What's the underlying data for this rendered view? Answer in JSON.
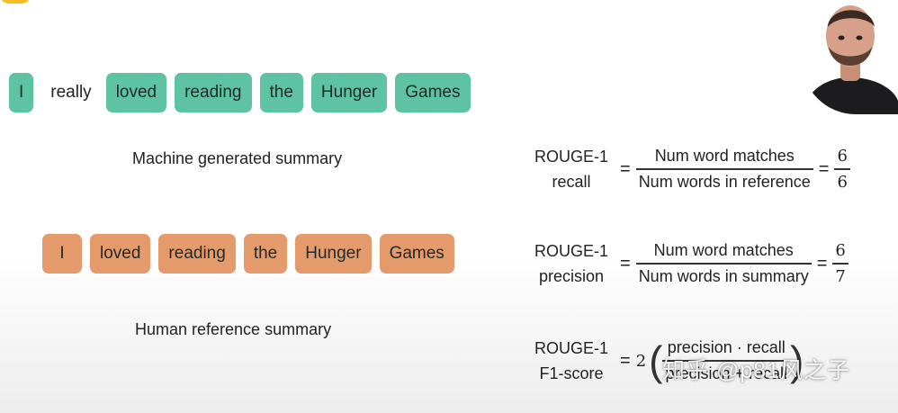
{
  "machine": {
    "tokens": [
      "I",
      "really",
      "loved",
      "reading",
      "the",
      "Hunger",
      "Games"
    ],
    "caption": "Machine generated summary"
  },
  "human": {
    "tokens": [
      "I",
      "loved",
      "reading",
      "the",
      "Hunger",
      "Games"
    ],
    "caption": "Human reference summary"
  },
  "formulas": {
    "recall": {
      "label_top": "ROUGE-1",
      "label_bottom": "recall",
      "numerator": "Num word matches",
      "denominator": "Num words in reference",
      "result_num": "6",
      "result_den": "6"
    },
    "precision": {
      "label_top": "ROUGE-1",
      "label_bottom": "precision",
      "numerator": "Num word matches",
      "denominator": "Num words in summary",
      "result_num": "6",
      "result_den": "7"
    },
    "f1": {
      "label_top": "ROUGE-1",
      "label_bottom": "F1-score",
      "coefficient": "2",
      "numerator": "precision · recall",
      "denominator": "precision + recall"
    }
  },
  "watermark": "知乎 @p81风之子",
  "colors": {
    "machine_token": "#5ec3a2",
    "human_token": "#e49a6a"
  }
}
